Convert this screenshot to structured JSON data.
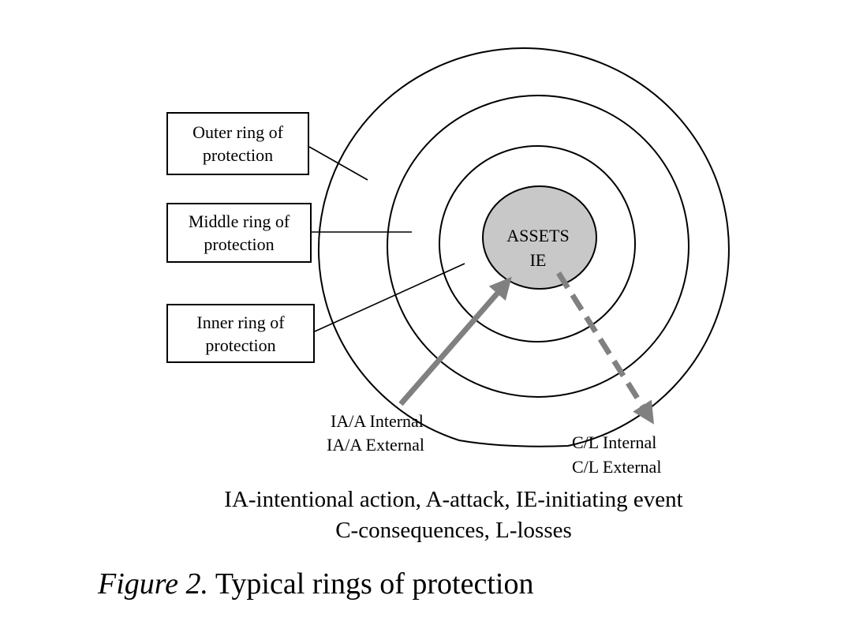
{
  "diagram": {
    "boxes": {
      "outer": "Outer ring of protection",
      "middle": "Middle ring of protection",
      "inner": "Inner ring of protection"
    },
    "core": {
      "line1": "ASSETS",
      "line2": "IE"
    },
    "attack_labels": {
      "line1": "IA/A Internal",
      "line2": "IA/A External"
    },
    "consequence_labels": {
      "line1": "C/L Internal",
      "line2": "C/L External"
    },
    "colors": {
      "core_fill": "#c8c8c8",
      "arrow": "#808080",
      "stroke": "#000000"
    }
  },
  "legend": {
    "line1": "IA-intentional action, A-attack, IE-initiating event",
    "line2": "C-consequences, L-losses"
  },
  "caption": {
    "label": "Figure 2.",
    "text": "Typical rings of protection"
  }
}
